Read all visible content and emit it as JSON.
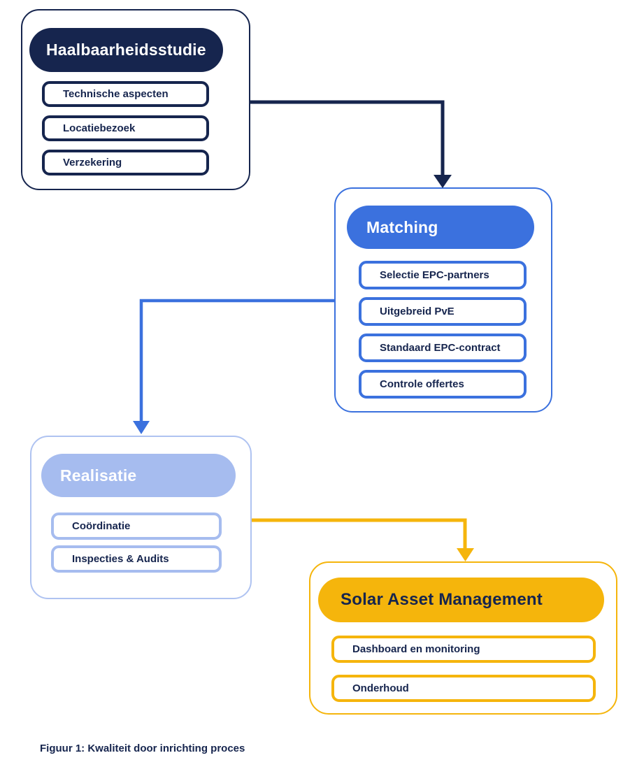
{
  "figure": {
    "caption": "Figuur 1: Kwaliteit door inrichting proces"
  },
  "palette": {
    "navy": "#16254E",
    "blue": "#3B71DE",
    "light_blue": "#A6BCEF",
    "yellow": "#F5B50C",
    "card_background": "#FFFFFF"
  },
  "stages": [
    {
      "title": "Haalbaarheidsstudie",
      "color": "#16254E",
      "items": [
        "Technische aspecten",
        "Locatiebezoek",
        "Verzekering"
      ]
    },
    {
      "title": "Matching",
      "color": "#3B71DE",
      "items": [
        "Selectie EPC-partners",
        "Uitgebreid PvE",
        "Standaard EPC-contract",
        "Controle offertes"
      ]
    },
    {
      "title": "Realisatie",
      "color": "#A6BCEF",
      "items": [
        "Coördinatie",
        "Inspecties & Audits"
      ]
    },
    {
      "title": "Solar Asset Management",
      "color": "#F5B50C",
      "items": [
        "Dashboard en monitoring",
        "Onderhoud"
      ]
    }
  ],
  "connections": [
    {
      "from": "Haalbaarheidsstudie",
      "to": "Matching",
      "color": "#16254E"
    },
    {
      "from": "Matching",
      "to": "Realisatie",
      "color": "#3B71DE"
    },
    {
      "from": "Realisatie",
      "to": "Solar Asset Management",
      "color": "#F5B50C"
    }
  ]
}
